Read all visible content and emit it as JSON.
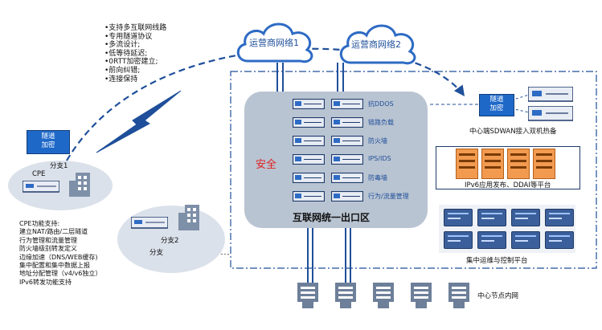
{
  "features": {
    "items": [
      "•支持多互联网线路",
      "•专用隧道协议",
      "•多流设计;",
      "•低等待延迟;",
      "•0RTT加密建立;",
      "•前向纠错;",
      "•连接保持"
    ]
  },
  "clouds": [
    "运营商网络1",
    "运营商网络2"
  ],
  "tunnel_box_left": {
    "line1": "隧道",
    "line2": "加密"
  },
  "tunnel_box_right": {
    "line1": "隧道",
    "line2": "加密"
  },
  "branch1": {
    "device_label": "CPE",
    "label": "分支1"
  },
  "branch2": {
    "label": "分支2",
    "sublabel": "分支"
  },
  "cpe_functions": {
    "items": [
      "CPE功能支持:",
      "建立NAT/路由/二层隧道",
      "行为管理和流量管理",
      "  防火墙级别转发定义",
      "边缘加速（DNS/WEB缓存)",
      "集中配置和集中数据上报",
      "地址分配管理（v4/v6独立）",
      "IPv6转发功能支持"
    ]
  },
  "egress": {
    "accent_label": "安全",
    "title": "互联网统一出口区",
    "services": [
      "抗DDOS",
      "链路负载",
      "防火墙",
      "IPS/IDS",
      "防毒墙",
      "行为/流量管理"
    ]
  },
  "sdwan": {
    "label": "中心端SDWAN接入双机热备"
  },
  "ipv6_platform": {
    "label": "IPv6应用发布、DDAI等平台"
  },
  "ops": {
    "label": "集中运维与控制平台",
    "tiles": [
      "",
      "",
      "",
      "",
      "",
      "",
      "",
      ""
    ]
  },
  "center_net": {
    "label": "中心节点内网"
  },
  "colors": {
    "accent_blue": "#1f4f9a",
    "cloud_blue": "#2e6bc4",
    "egress_bg": "#b9c4d2",
    "branch_bg": "#dbe1ea",
    "server_orange": "#f29b50",
    "red_label": "#e02020",
    "tunnel_fill": "#1e68c8"
  },
  "icons": [
    "cloud-icon",
    "lightning-icon",
    "server-rack-icon",
    "building-icon",
    "router-icon",
    "network-port-icon"
  ]
}
